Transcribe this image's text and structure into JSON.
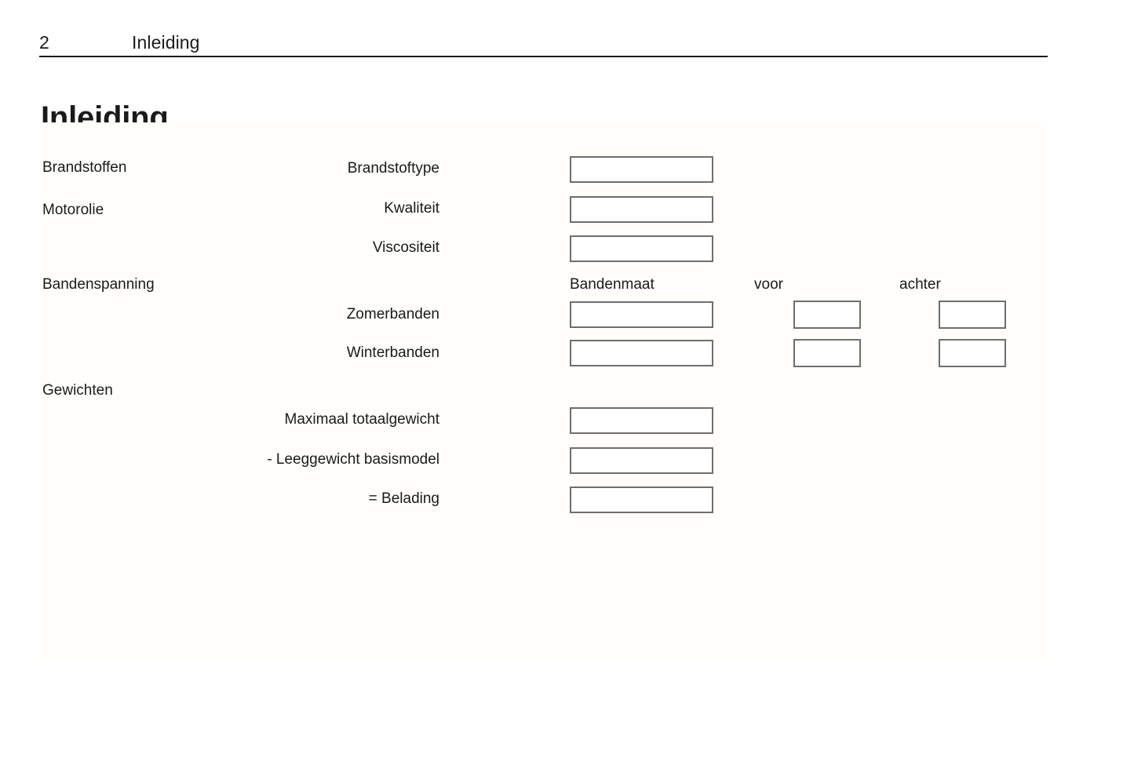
{
  "header": {
    "page_number": "2",
    "chapter": "Inleiding"
  },
  "title": "Inleiding",
  "sections": [
    {
      "label": "Brandstoffen"
    },
    {
      "label": "Motorolie"
    },
    {
      "label": "Bandenspanning"
    },
    {
      "label": "Gewichten"
    }
  ],
  "fields": {
    "brandstoftype": "Brandstoftype",
    "kwaliteit": "Kwaliteit",
    "viscositeit": "Viscositeit",
    "zomerbanden": "Zomerbanden",
    "winterbanden": "Winterbanden",
    "maximaal_totaalgewicht": "Maximaal totaalgewicht",
    "leeggewicht_basismodel": "- Leeggewicht basismodel",
    "belading": "= Belading"
  },
  "tyre_columns": {
    "size": "Bandenmaat",
    "front": "voor",
    "rear": "achter"
  },
  "values": {
    "brandstoftype": "",
    "kwaliteit": "",
    "viscositeit": "",
    "zomerbanden_maat": "",
    "zomerbanden_voor": "",
    "zomerbanden_achter": "",
    "winterbanden_maat": "",
    "winterbanden_voor": "",
    "winterbanden_achter": "",
    "maximaal_totaalgewicht": "",
    "leeggewicht_basismodel": "",
    "belading": ""
  },
  "colors": {
    "page_background": "#ffffff",
    "panel_background": "#fffefa",
    "text": "#1a1a1a",
    "rule": "#1c1c1c",
    "box_border": "#6e6e6e",
    "box_fill": "#ffffff"
  }
}
